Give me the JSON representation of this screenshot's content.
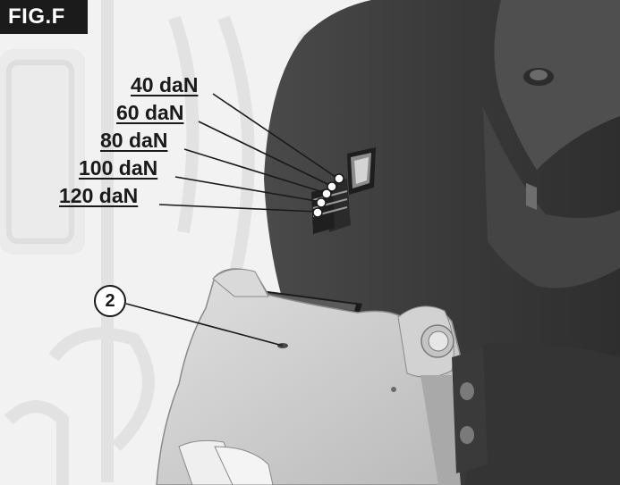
{
  "figure_tag": "FIG.F",
  "load_labels": [
    "40 daN",
    "60 daN",
    "80 daN",
    "100 daN",
    "120 daN"
  ],
  "callout_number": "2",
  "colors": {
    "tag_background": "#1b1b1b",
    "frame_dark": "#3e3e3e",
    "bracket_light": "#cdcdcd",
    "background": "#f2f2f2"
  }
}
